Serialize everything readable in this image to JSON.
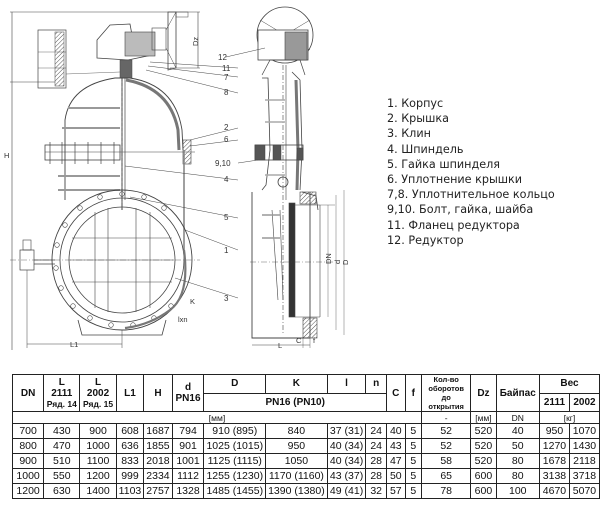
{
  "legend": [
    "1. Корпус",
    "2. Крышка",
    "3. Клин",
    "4. Шпиндель",
    "5. Гайка шпинделя",
    "6. Уплотнение крышки",
    "7,8. Уплотнительное кольцо",
    "9,10. Болт, гайка, шайба",
    "11. Фланец редуктора",
    "12. Редуктор"
  ],
  "callouts": {
    "c12": "12",
    "c11": "11",
    "c7": "7",
    "c8": "8",
    "c2": "2",
    "c6": "6",
    "c910": "9,10",
    "c4": "4",
    "c5": "5",
    "c1": "1",
    "c3": "3"
  },
  "dimensions": {
    "H": "H",
    "Dz": "Dz",
    "L1": "L1",
    "L": "L",
    "C": "C",
    "f": "f",
    "DN": "DN",
    "d": "d",
    "D": "D",
    "K": "K",
    "lxn": "lxn"
  },
  "table": {
    "headers": {
      "dn": "DN",
      "l_top": "L",
      "l2111": "2111",
      "l2111_sub": "Ряд. 14",
      "l2_top": "L",
      "l2002": "2002",
      "l2002_sub": "Ряд. 15",
      "l1": "L1",
      "h": "H",
      "d_top": "d",
      "d_sub": "PN16",
      "D": "D",
      "K": "K",
      "l": "l",
      "n": "n",
      "pn_group": "PN16 (PN10)",
      "c": "C",
      "f": "f",
      "turns": "Кол-во оборотов до открытия",
      "dz": "Dz",
      "bypass": "Байпас",
      "weight": "Вес",
      "w2111": "2111",
      "w2002": "2002"
    },
    "units": {
      "mm": "[мм]",
      "turns": "-",
      "dz": "[мм]",
      "bypass": "DN",
      "weight": "[кг]"
    },
    "rows": [
      {
        "dn": "700",
        "l2111": "430",
        "l2002": "900",
        "l1": "608",
        "h": "1687",
        "d": "794",
        "D": "910 (895)",
        "K": "840",
        "l": "37 (31)",
        "n": "24",
        "c": "40",
        "f": "5",
        "turns": "52",
        "dz": "520",
        "bypass": "40",
        "w2111": "950",
        "w2002": "1070"
      },
      {
        "dn": "800",
        "l2111": "470",
        "l2002": "1000",
        "l1": "636",
        "h": "1855",
        "d": "901",
        "D": "1025 (1015)",
        "K": "950",
        "l": "40 (34)",
        "n": "24",
        "c": "43",
        "f": "5",
        "turns": "52",
        "dz": "520",
        "bypass": "50",
        "w2111": "1270",
        "w2002": "1430"
      },
      {
        "dn": "900",
        "l2111": "510",
        "l2002": "1100",
        "l1": "833",
        "h": "2018",
        "d": "1001",
        "D": "1125 (1115)",
        "K": "1050",
        "l": "40 (34)",
        "n": "28",
        "c": "47",
        "f": "5",
        "turns": "58",
        "dz": "520",
        "bypass": "80",
        "w2111": "1678",
        "w2002": "2118"
      },
      {
        "dn": "1000",
        "l2111": "550",
        "l2002": "1200",
        "l1": "999",
        "h": "2334",
        "d": "1112",
        "D": "1255 (1230)",
        "K": "1170 (1160)",
        "l": "43 (37)",
        "n": "28",
        "c": "50",
        "f": "5",
        "turns": "65",
        "dz": "600",
        "bypass": "80",
        "w2111": "3138",
        "w2002": "3718"
      },
      {
        "dn": "1200",
        "l2111": "630",
        "l2002": "1400",
        "l1": "1103",
        "h": "2757",
        "d": "1328",
        "D": "1485 (1455)",
        "K": "1390 (1380)",
        "l": "49 (41)",
        "n": "32",
        "c": "57",
        "f": "5",
        "turns": "78",
        "dz": "600",
        "bypass": "100",
        "w2111": "4670",
        "w2002": "5070"
      }
    ]
  }
}
